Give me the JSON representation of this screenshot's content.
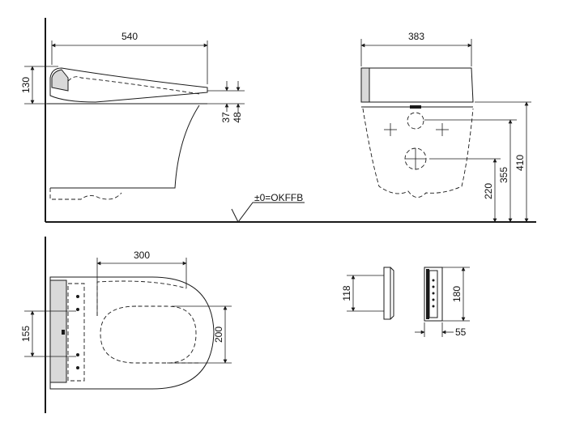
{
  "dimensions": {
    "side_length": "540",
    "side_height": "130",
    "side_offset_small": "37",
    "side_offset_large": "48",
    "front_width": "383",
    "front_h_low": "220",
    "front_h_mid": "355",
    "front_h_high": "410",
    "floor_label": "±0=OKFFB",
    "plan_width": "300",
    "plan_left_height": "155",
    "plan_right_height": "200",
    "bracket_height": "118",
    "bracket_front_height": "180",
    "bracket_depth": "55"
  },
  "colors": {
    "line": "#1a1a1a",
    "fill_gray": "#d9d9d9",
    "background": "#ffffff"
  }
}
